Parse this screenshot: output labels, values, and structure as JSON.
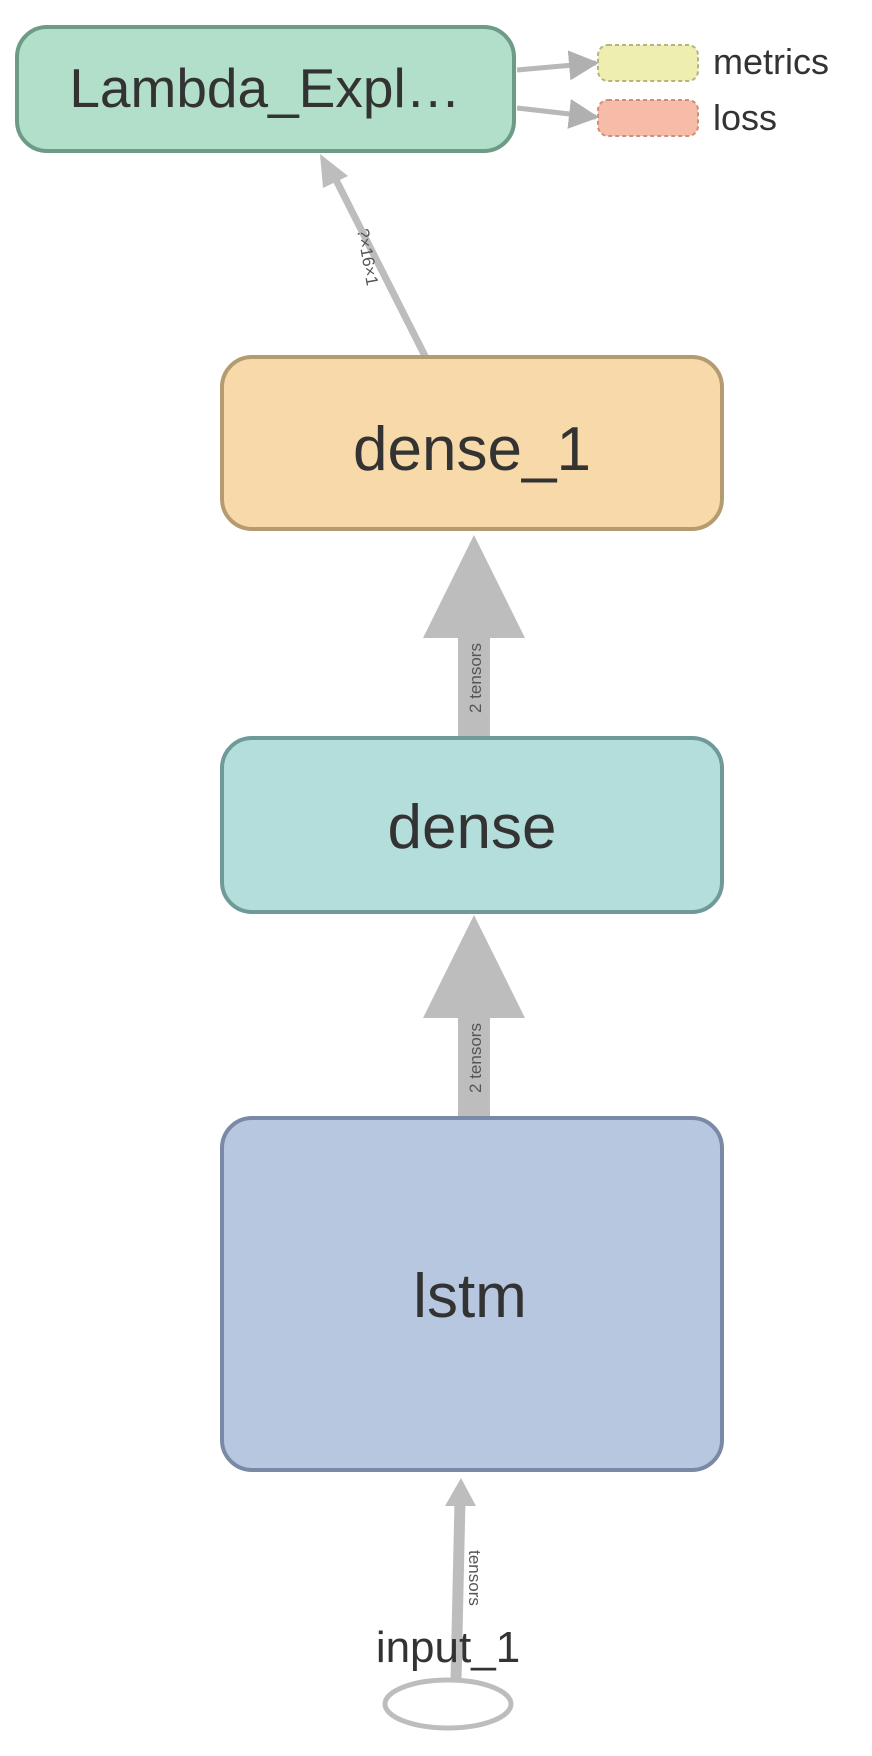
{
  "graph": {
    "nodes": {
      "lambda": {
        "label": "Lambda_Expl…",
        "fill": "#b2dfca",
        "stroke": "#6e9b86"
      },
      "dense_1": {
        "label": "dense_1",
        "fill": "#f7d9aa",
        "stroke": "#b59b70"
      },
      "dense": {
        "label": "dense",
        "fill": "#b3dedc",
        "stroke": "#6f9a98"
      },
      "lstm": {
        "label": "lstm",
        "fill": "#b8c7e0",
        "stroke": "#7a8aa6"
      },
      "input_1": {
        "label": "input_1"
      }
    },
    "edges": {
      "lambda_in": "?×16×1",
      "dense_1_in": "2 tensors",
      "dense_in": "2 tensors",
      "lstm_in": "tensors"
    },
    "aux": {
      "metrics": {
        "label": "metrics",
        "fill": "#eeeeb0",
        "stroke": "#b5b57a"
      },
      "loss": {
        "label": "loss",
        "fill": "#f7bca8",
        "stroke": "#d08d78"
      }
    },
    "colors": {
      "edge": "#bdbdbd",
      "text": "#333333"
    }
  }
}
